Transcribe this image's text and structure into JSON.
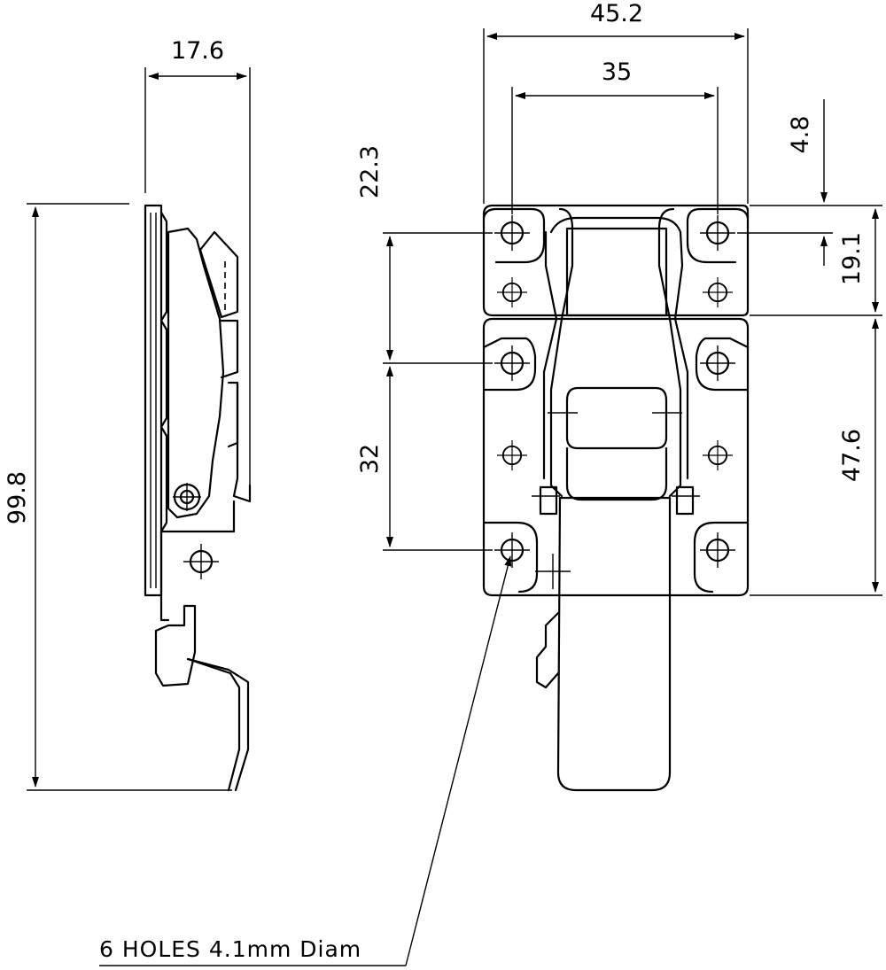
{
  "drawing": {
    "dimensions": {
      "overall_width": "45.2",
      "hole_spacing_x": "35",
      "side_depth": "17.6",
      "overall_height": "99.8",
      "top_to_hole": "22.3",
      "hole_spacing_y": "32",
      "offset_top": "4.8",
      "plate_height": "19.1",
      "base_height": "47.6"
    },
    "note": "6 HOLES 4.1mm Diam"
  }
}
